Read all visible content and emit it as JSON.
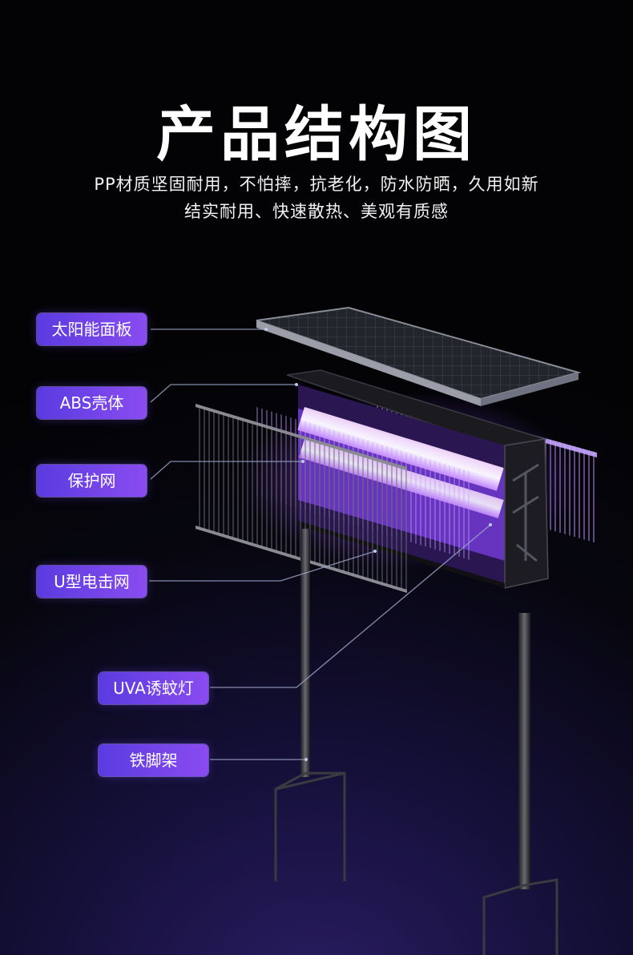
{
  "heading": "产品结构图",
  "subtitle_line1": "PP材质坚固耐用，不怕摔，抗老化，防水防晒，久用如新",
  "subtitle_line2": "结实耐用、快速散热、美观有质感",
  "labels": {
    "solar_panel": "太阳能面板",
    "abs_shell": "ABS壳体",
    "protective_net": "保护网",
    "u_grid": "U型电击网",
    "uva_lamp": "UVA诱蚊灯",
    "iron_stand": "铁脚架"
  },
  "colors": {
    "label_gradient_start": "#5a3be0",
    "label_gradient_end": "#8a4cf0",
    "uv_glow": "#b46cff",
    "background_bottom": "#2a1d63"
  }
}
